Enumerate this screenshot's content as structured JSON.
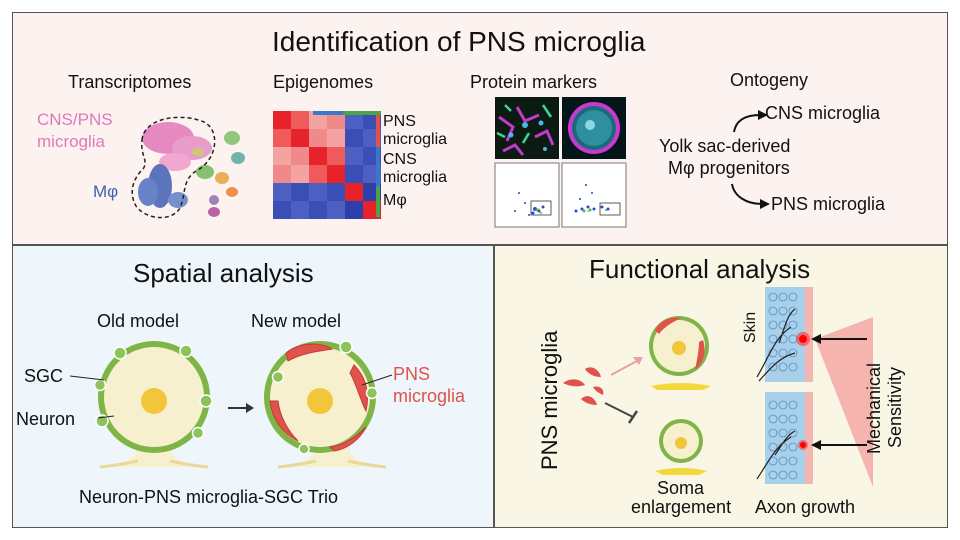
{
  "top_panel": {
    "title": "Identification of PNS microglia",
    "transcriptomes": {
      "heading": "Transcriptomes",
      "label_cns_pns_line1": "CNS/PNS",
      "label_cns_pns_line2": "microglia",
      "label_mphi": "Mφ"
    },
    "epigenomes": {
      "heading": "Epigenomes",
      "label_pns_line1": "PNS",
      "label_pns_line2": "microglia",
      "label_cns_line1": "CNS",
      "label_cns_line2": "microglia",
      "label_mphi": "Mφ"
    },
    "protein_markers": {
      "heading": "Protein markers"
    },
    "ontogeny": {
      "heading": "Ontogeny",
      "source_line1": "Yolk sac-derived",
      "source_line2": "Mφ progenitors",
      "target_cns": "CNS microglia",
      "target_pns": "PNS microglia"
    }
  },
  "spatial_panel": {
    "title": "Spatial analysis",
    "old_model": "Old model",
    "new_model": "New model",
    "label_sgc": "SGC",
    "label_neuron": "Neuron",
    "label_pns_line1": "PNS",
    "label_pns_line2": "microglia",
    "caption": "Neuron-PNS microglia-SGC Trio"
  },
  "functional_panel": {
    "title": "Functional analysis",
    "vertical_label": "PNS microglia",
    "skin": "Skin",
    "mechanical_line1": "Mechanical",
    "mechanical_line2": "Sensitivity",
    "soma_line1": "Soma",
    "soma_line2": "enlargement",
    "axon_growth": "Axon growth"
  },
  "colors": {
    "pns_label_red": "#e0524a",
    "cns_pink": "#e377b8",
    "mphi_blue": "#3f5fb3",
    "sgc_green": "#7fb446",
    "neuron_cream": "#f6f0cf",
    "nucleus_yellow": "#f2c53b"
  }
}
